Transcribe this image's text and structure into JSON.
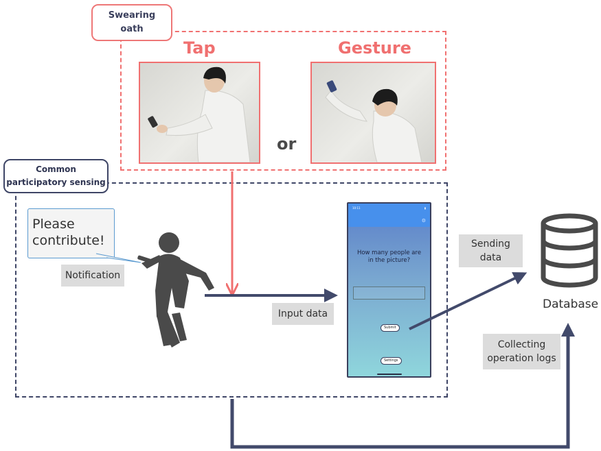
{
  "labels": {
    "swearing_oath": "Swearing oath",
    "tap": "Tap",
    "gesture": "Gesture",
    "or": "or",
    "common_sensing": "Common participatory sensing",
    "bubble_line1": "Please",
    "bubble_line2": "contribute!",
    "notification": "Notification",
    "input_data": "Input data",
    "sending_line1": "Sending",
    "sending_line2": "data",
    "collecting_line1": "Collecting",
    "collecting_line2": "operation logs",
    "database": "Database"
  },
  "phone": {
    "time": "10:11",
    "question": "How many people are in the picture?",
    "submit": "Submit",
    "settings": "Settings"
  },
  "colors": {
    "oath_accent": "#f07070",
    "common_accent": "#3e4566",
    "arrow_navy": "#424a6b",
    "figure_gray": "#4a4a4a"
  },
  "icons": {
    "figure": "person-with-phone-icon",
    "database": "database-icon"
  }
}
